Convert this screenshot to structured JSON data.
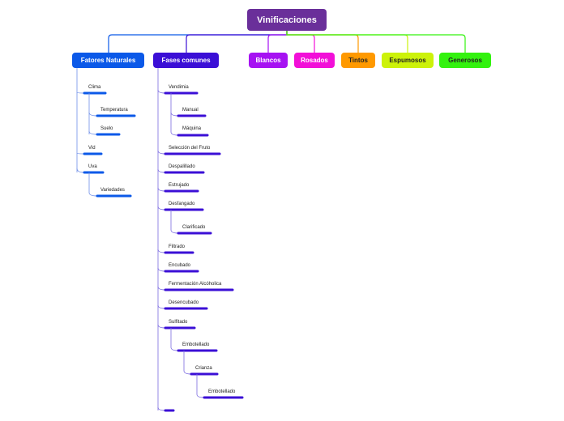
{
  "root": {
    "label": "Vinificaciones",
    "color": "#6a2f9a"
  },
  "branches": [
    {
      "label": "Fatores Naturales",
      "color": "#0b59e8",
      "text_color": "#ffffff"
    },
    {
      "label": "Fases comunes",
      "color": "#3b0fd6",
      "text_color": "#ffffff"
    },
    {
      "label": "Blancos",
      "color": "#a612f2",
      "text_color": "#ffffff"
    },
    {
      "label": "Rosados",
      "color": "#f20fd8",
      "text_color": "#ffffff"
    },
    {
      "label": "Tintos",
      "color": "#ff9900",
      "text_color": "#222222"
    },
    {
      "label": "Espumosos",
      "color": "#ccf20a",
      "text_color": "#222222"
    },
    {
      "label": "Generosos",
      "color": "#33f20f",
      "text_color": "#222222"
    }
  ],
  "fatores_naturales": {
    "clima": "Clima",
    "temperatura": "Temperatura",
    "suelo": "Suelo",
    "vid": "Vid",
    "uva": "Uva",
    "variedades": "Variedades"
  },
  "fases_comunes": {
    "vendimia": "Vendimia",
    "manual": "Manual",
    "maquina": "Máquina",
    "seleccion": "Selección del Fruto",
    "despalillado": "Despalillado",
    "estrujado": "Estrujado",
    "desfangado": "Desfangado",
    "clarificado": "Clarificado",
    "filtrado": "Filtrado",
    "encubado": "Encubado",
    "fermentacion": "Fermentación Alcóholica",
    "desencubado": "Desencubado",
    "sulfitado": "Sulfitado",
    "embotellado": "Embotellado",
    "crianza": "Crianza",
    "embotellado_2": "Embotellado",
    "empty": ""
  }
}
